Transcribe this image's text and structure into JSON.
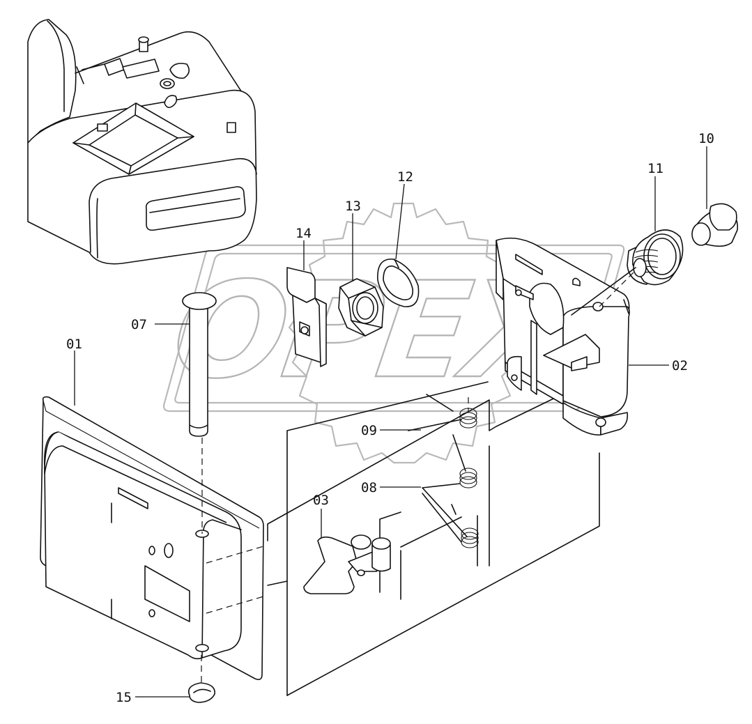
{
  "watermark": {
    "text": "OPEX"
  },
  "parts": [
    {
      "id": "p01",
      "label": "01"
    },
    {
      "id": "p02",
      "label": "02"
    },
    {
      "id": "p03",
      "label": "03"
    },
    {
      "id": "p07",
      "label": "07"
    },
    {
      "id": "p08",
      "label": "08"
    },
    {
      "id": "p09",
      "label": "09"
    },
    {
      "id": "p10",
      "label": "10"
    },
    {
      "id": "p11",
      "label": "11"
    },
    {
      "id": "p12",
      "label": "12"
    },
    {
      "id": "p13",
      "label": "13"
    },
    {
      "id": "p14",
      "label": "14"
    },
    {
      "id": "p15",
      "label": "15"
    }
  ]
}
